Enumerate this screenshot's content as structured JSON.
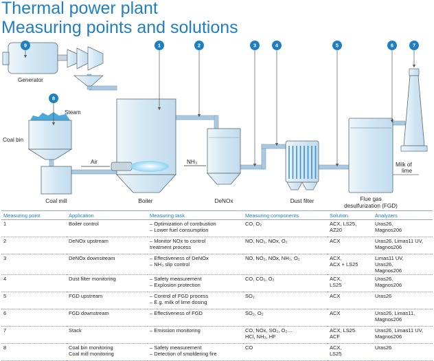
{
  "titles": {
    "line1": "Thermal power plant",
    "line2": "Measuring points and solutions"
  },
  "diagram": {
    "markers": [
      "1",
      "2",
      "3",
      "4",
      "5",
      "6",
      "7",
      "8",
      "9"
    ],
    "labels": {
      "generator": "Generator",
      "steam": "Steam",
      "coal_bin": "Coal bin",
      "air": "Air",
      "nh3": "NH₃",
      "coal_mill": "Coal mill",
      "boiler": "Boiler",
      "denox": "DeNOx",
      "dust_filter": "Dust filter",
      "fgd_line1": "Flue gas",
      "fgd_line2": "desulfurization (FGD)",
      "milk_line1": "Milk of",
      "milk_line2": "lime"
    },
    "colors": {
      "accent": "#1f7fc0",
      "equipment_fill": "#d7e8f4",
      "pipe": "#a9c9e2",
      "stroke": "#5a6670"
    }
  },
  "table": {
    "headers": [
      "Measuring point",
      "Application",
      "Measuring task",
      "Measuring components",
      "Solution",
      "Analyzers"
    ],
    "rows": [
      {
        "point": [
          "1"
        ],
        "application": [
          "Boiler control"
        ],
        "task": [
          "– Optimization of combustion",
          "– Lower fuel consumption"
        ],
        "components": [
          "CO, O₂"
        ],
        "solution": [
          "ACX, LS25,",
          "AZ20"
        ],
        "analyzers": [
          "Uras26,",
          "Magnos206"
        ]
      },
      {
        "point": [
          "2"
        ],
        "application": [
          "DeNOx upstream"
        ],
        "task": [
          "– Monitor NOx to control",
          "  treatment process"
        ],
        "components": [
          "NO, NO₂, NOx, O₂"
        ],
        "solution": [
          "ACX"
        ],
        "analyzers": [
          "Uras26, Limas11 UV,",
          "Magnos206"
        ]
      },
      {
        "point": [
          "3"
        ],
        "application": [
          "DeNOx downstream"
        ],
        "task": [
          "– Effectiveness of DeNOx",
          "– NH₃ slip control"
        ],
        "components": [
          "NO, NO₂, NOx, NH₃, O₂"
        ],
        "solution": [
          "ACX,",
          "ACX + LS25"
        ],
        "analyzers": [
          "Limas11 UV,",
          "Uras26,",
          "Magnos206"
        ]
      },
      {
        "point": [
          "4"
        ],
        "application": [
          "Dust filter monitoring"
        ],
        "task": [
          "– Safety measurement",
          "– Explosion protection"
        ],
        "components": [
          "CO, CO₂, O₂"
        ],
        "solution": [
          "ACX,",
          "LS25"
        ],
        "analyzers": [
          "Uras26,",
          "Magnos206"
        ]
      },
      {
        "point": [
          "5"
        ],
        "application": [
          "FGD upstream"
        ],
        "task": [
          "– Control of FGD process",
          "– E.g. milk of lime dosing"
        ],
        "components": [
          "SO₂"
        ],
        "solution": [
          "ACX"
        ],
        "analyzers": [
          "Uras26"
        ]
      },
      {
        "point": [
          "6"
        ],
        "application": [
          "FGD downstream"
        ],
        "task": [
          "– Effectiveness of FGD"
        ],
        "components": [
          "SO₂, O₂"
        ],
        "solution": [
          "ACX"
        ],
        "analyzers": [
          "Uras26, Limas11,",
          "Magnos206"
        ]
      },
      {
        "point": [
          "7"
        ],
        "application": [
          "Stack"
        ],
        "task": [
          "– Emission monitoring"
        ],
        "components": [
          "CO, NOx, SO₂, O₂…",
          "HCl, NH₃, HF"
        ],
        "solution": [
          "ACX, LS25",
          "ACF"
        ],
        "analyzers": [
          "Uras26, Limas11 UV,",
          "Magnos206"
        ]
      },
      {
        "point": [
          "8"
        ],
        "application": [
          "Coal bin monitoring",
          "Coal mill monitoring"
        ],
        "task": [
          "– Safety measurement",
          "– Detection of smoldering fire"
        ],
        "components": [
          "CO"
        ],
        "solution": [
          "ACX,",
          "LS25"
        ],
        "analyzers": [
          "Uras26"
        ]
      }
    ]
  }
}
